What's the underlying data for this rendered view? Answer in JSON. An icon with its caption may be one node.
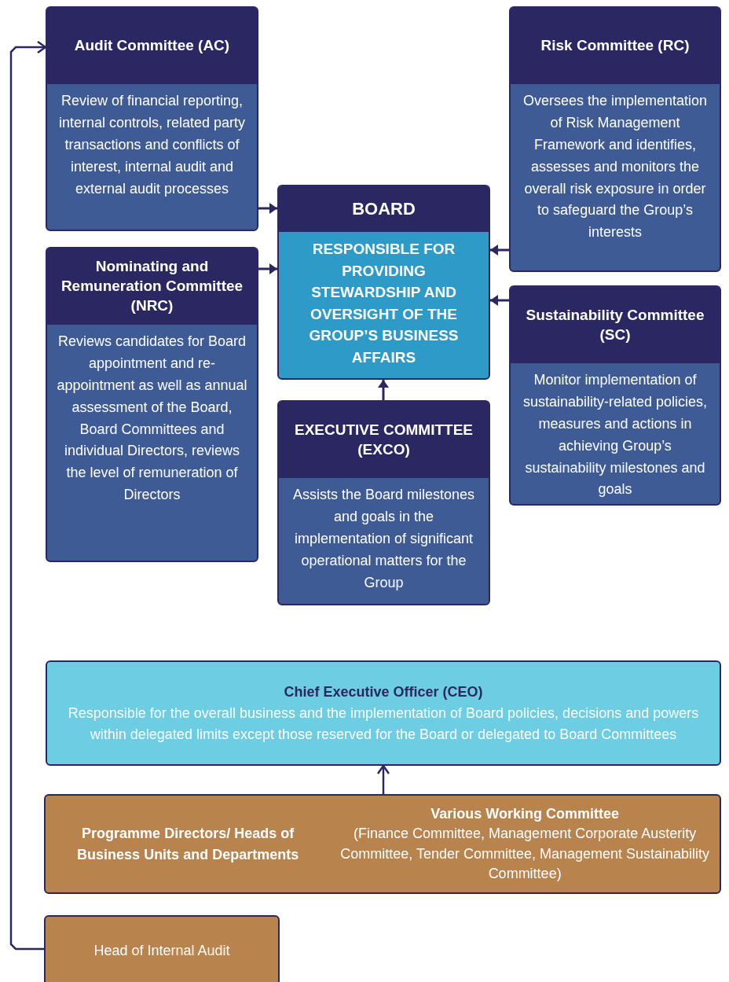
{
  "diagram": {
    "nodes": [
      {
        "text": [
          "Audit Committee (AC)",
          "Review of financial reporting, internal controls, related party transactions and conflicts of interest, internal audit and external audit processes"
        ]
      },
      {
        "text": [
          "Risk Committee (RC)",
          "Oversees the implementation of Risk Management Framework and identifies, assesses and monitors the overall risk exposure in order to safeguard the Group’s interests"
        ]
      },
      {
        "text": [
          "BOARD",
          "RESPONSIBLE FOR PROVIDING STEWARDSHIP AND OVERSIGHT OF THE GROUP’S BUSINESS AFFAIRS"
        ]
      },
      {
        "text": [
          "Nominating and Remuneration Committee (NRC)",
          "Reviews candidates for Board appointment and re-appointment as well as annual assessment of the Board, Board Committees and individual Directors, reviews the level of remuneration of Directors"
        ]
      },
      {
        "text": [
          "Sustainability Committee (SC)",
          "Monitor implementation of sustainability-related policies, measures and actions in achieving Group’s sustainability milestones and goals"
        ]
      },
      {
        "text": [
          "EXECUTIVE COMMITTEE (EXCO)",
          "Assists the Board milestones and goals in the implementation of significant operational matters for the Group"
        ]
      },
      {
        "text": [
          "Chief Executive Officer (CEO)",
          "Responsible for the overall business and the implementation of Board policies, decisions and powers within delegated limits except those reserved for the Board or delegated to Board Committees"
        ]
      },
      {
        "text": [
          "Programme Directors/ Heads of Business Units and Departments",
          "Various Working Committee",
          "(Finance Committee, Management Corporate Austerity Committee, Tender Committee, Management Sustainability Committee)"
        ]
      },
      {
        "text": [
          "Head of Internal Audit"
        ]
      }
    ],
    "edges": [
      {
        "from": 0,
        "to": 2,
        "arrow": "to"
      },
      {
        "from": 3,
        "to": 2,
        "arrow": "to"
      },
      {
        "from": 1,
        "to": 2,
        "arrow": "to"
      },
      {
        "from": 4,
        "to": 2,
        "arrow": "to"
      },
      {
        "from": 5,
        "to": 2,
        "arrow": "to"
      },
      {
        "from": 7,
        "to": 6,
        "arrow": "to"
      },
      {
        "from": 8,
        "to": 0,
        "arrow": "to"
      }
    ]
  }
}
